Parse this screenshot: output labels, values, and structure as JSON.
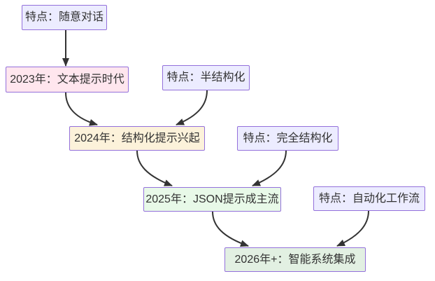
{
  "diagram": {
    "type": "flowchart",
    "background": "#ffffff",
    "node_border_color": "#9370DB",
    "text_color": "#333333",
    "arrow_color": "#333333",
    "nodes": [
      {
        "id": "feature-casual-chat",
        "label": "特点：随意对话",
        "fill": "#ECECFF"
      },
      {
        "id": "era-2023",
        "label": "2023年：文本提示时代",
        "fill": "#FFE6EE"
      },
      {
        "id": "feature-semi-structured",
        "label": "特点：半结构化",
        "fill": "#ECECFF"
      },
      {
        "id": "era-2024",
        "label": "2024年：结构化提示兴起",
        "fill": "#FCF2DA"
      },
      {
        "id": "feature-fully-structured",
        "label": "特点：完全结构化",
        "fill": "#ECECFF"
      },
      {
        "id": "era-2025",
        "label": "2025年：JSON提示成主流",
        "fill": "#E8F9E8"
      },
      {
        "id": "feature-automated-workflow",
        "label": "特点：自动化工作流",
        "fill": "#ECECFF"
      },
      {
        "id": "era-2026",
        "label": "2026年+：智能系统集成",
        "fill": "#E2F0E2"
      }
    ],
    "edges": [
      {
        "from": "feature-casual-chat",
        "to": "era-2023"
      },
      {
        "from": "era-2023",
        "to": "era-2024"
      },
      {
        "from": "feature-semi-structured",
        "to": "era-2024"
      },
      {
        "from": "era-2024",
        "to": "era-2025"
      },
      {
        "from": "feature-fully-structured",
        "to": "era-2025"
      },
      {
        "from": "era-2025",
        "to": "era-2026"
      },
      {
        "from": "feature-automated-workflow",
        "to": "era-2026"
      }
    ]
  }
}
